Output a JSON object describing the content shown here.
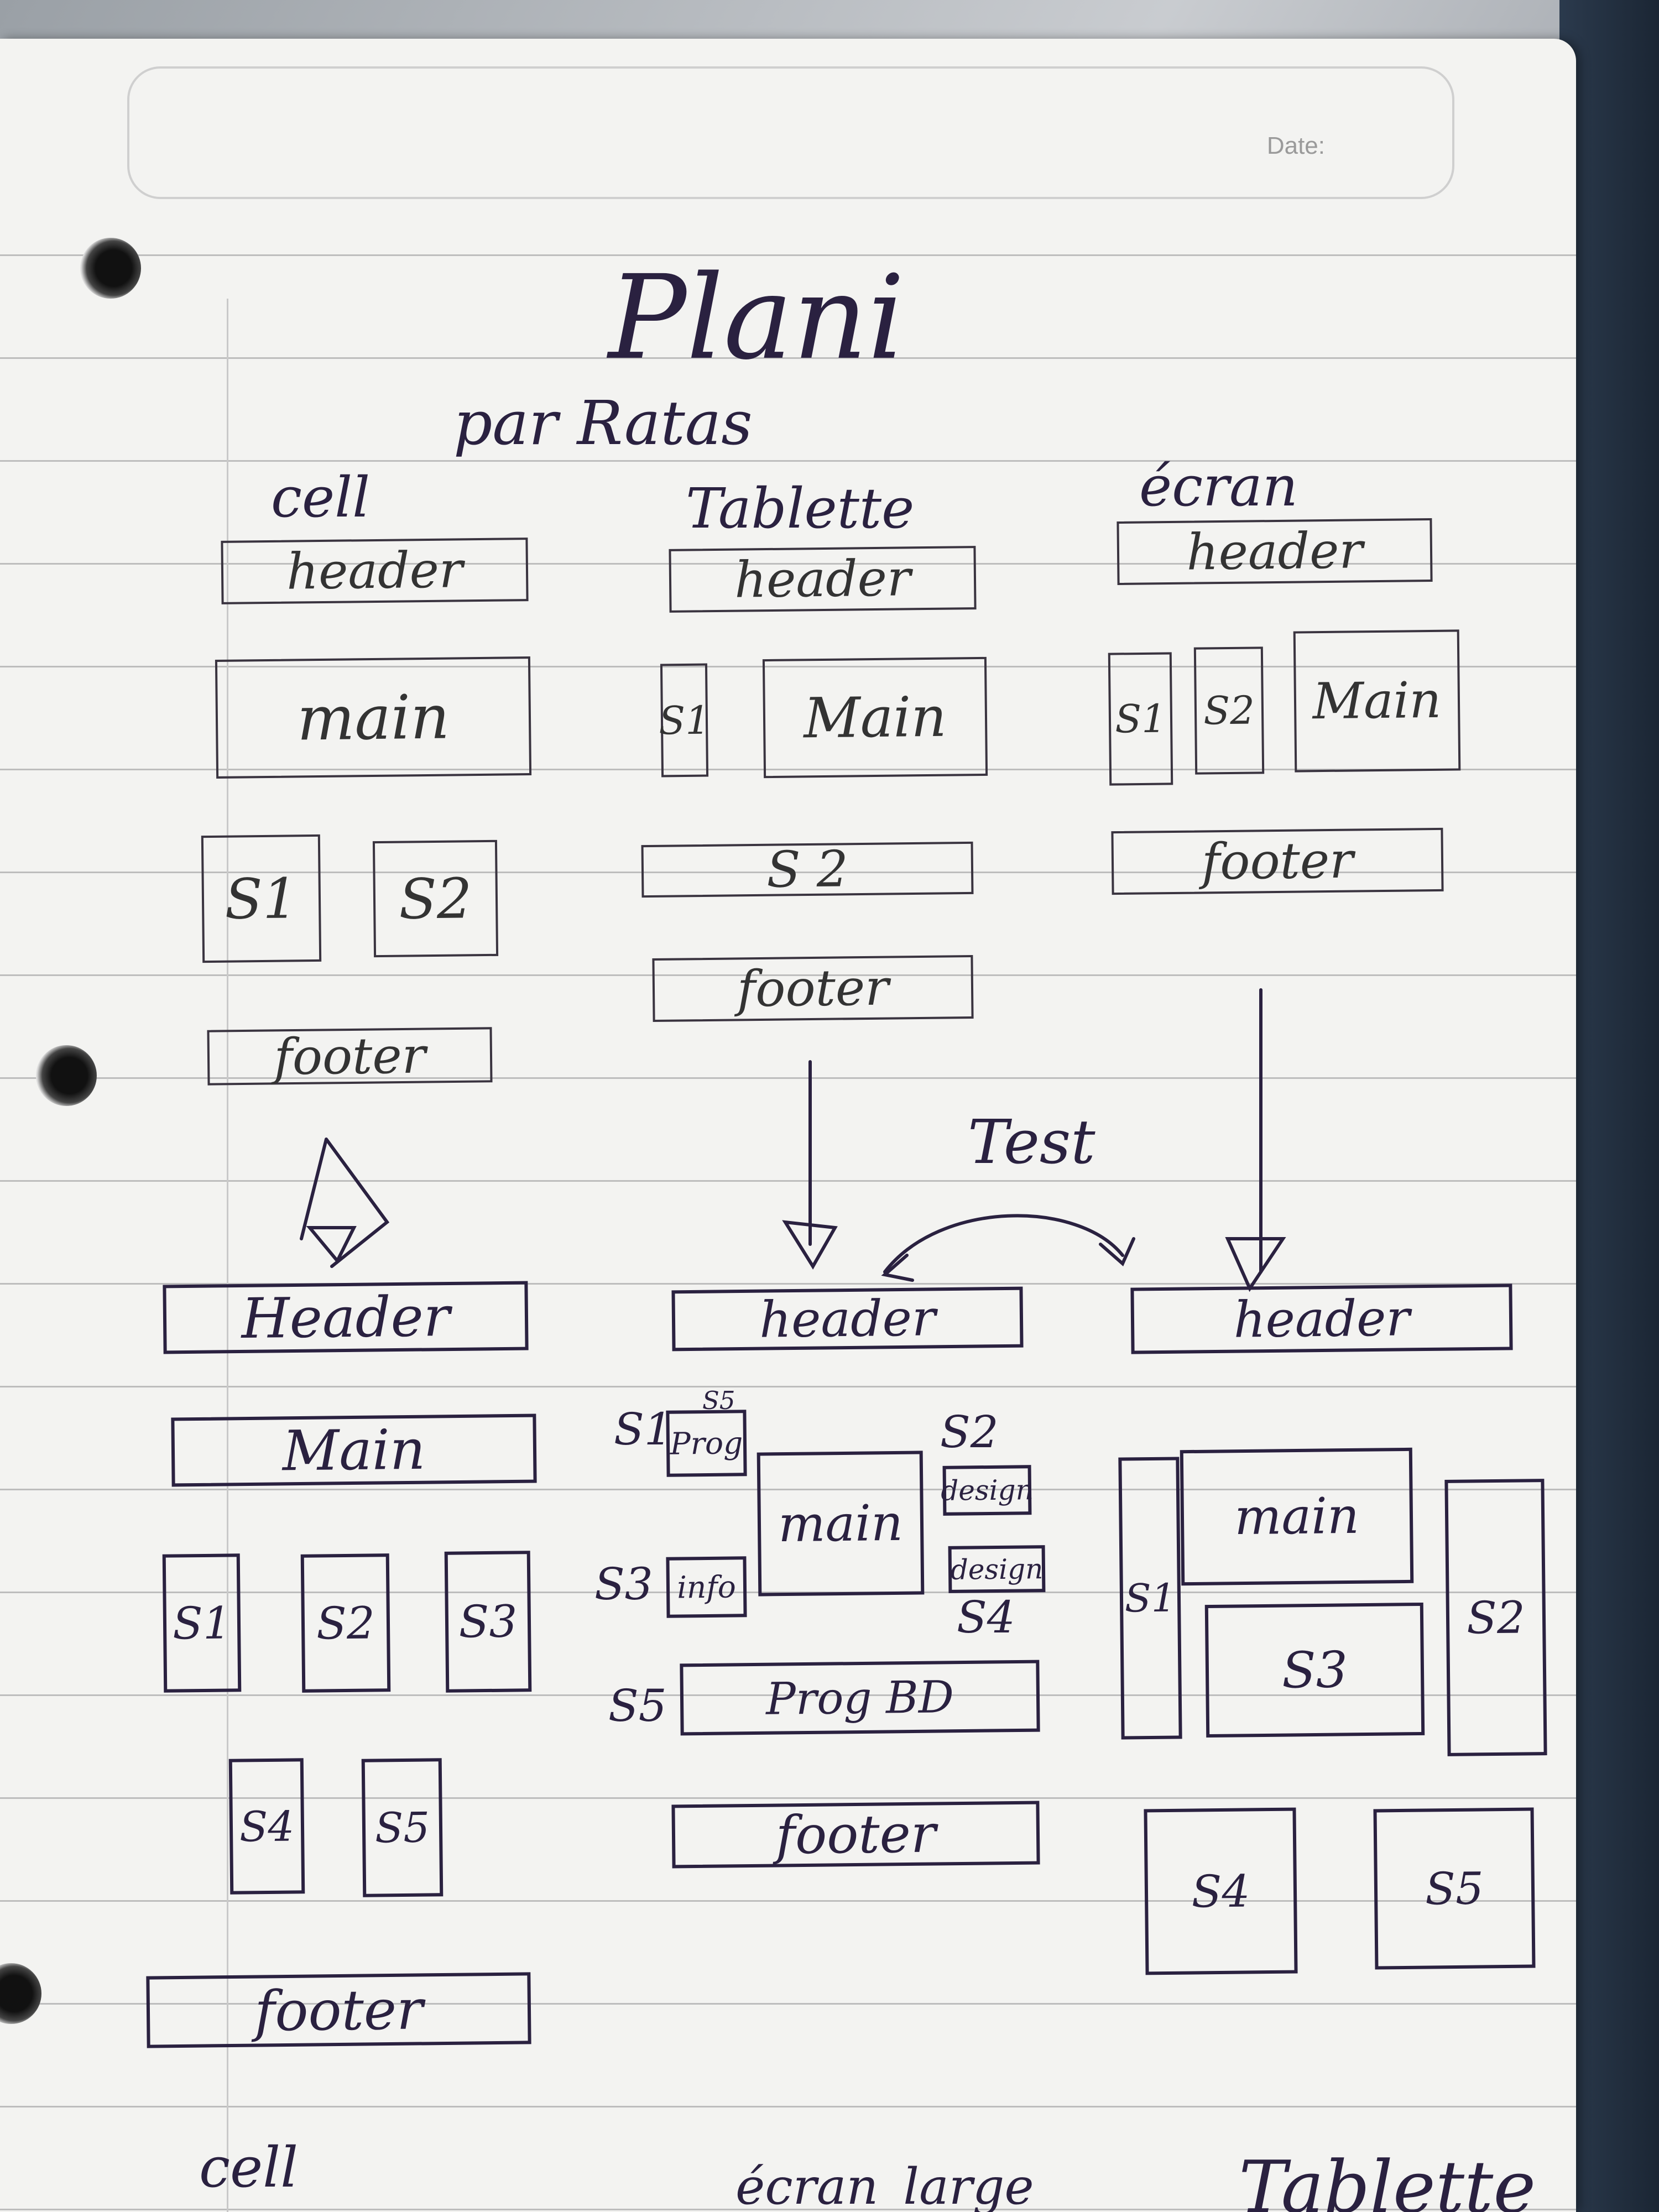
{
  "header": {
    "date_label": "Date:",
    "title": "Plani",
    "subtitle": "par Ratas"
  },
  "columns_top": {
    "cell": "cell",
    "tablette": "Tablette",
    "ecran": "écran"
  },
  "sketch_top": {
    "cell": {
      "header": "header",
      "main": "main",
      "s1": "S1",
      "s2": "S2",
      "footer": "footer"
    },
    "tablette": {
      "header": "header",
      "s1": "S1",
      "main": "Main",
      "s2": "S 2",
      "footer": "footer"
    },
    "ecran": {
      "header": "header",
      "s1": "S1",
      "s2": "S2",
      "main": "Main",
      "footer": "footer"
    }
  },
  "test_label": "Test",
  "sketch_bottom": {
    "cell": {
      "header": "Header",
      "main": "Main",
      "s1": "S1",
      "s2": "S2",
      "s3": "S3",
      "s4": "S4",
      "s5": "S5",
      "footer": "footer"
    },
    "tablette": {
      "header": "header",
      "s1": "S1",
      "prog": "Prog",
      "s5_small": "S5",
      "s3": "S3",
      "info": "info",
      "main": "main",
      "s2": "S2",
      "design_top": "design",
      "design_bottom": "design",
      "s4": "S4",
      "s5": "S5",
      "prog_bd": "Prog BD",
      "footer": "footer"
    },
    "ecran": {
      "header": "header",
      "s1": "S1",
      "main": "main",
      "s3": "S3",
      "s2": "S2",
      "s4": "S4",
      "s5": "S5"
    }
  },
  "columns_bottom": {
    "cell": "cell",
    "ecran_large": "écran_large",
    "tablette": "Tablette"
  }
}
